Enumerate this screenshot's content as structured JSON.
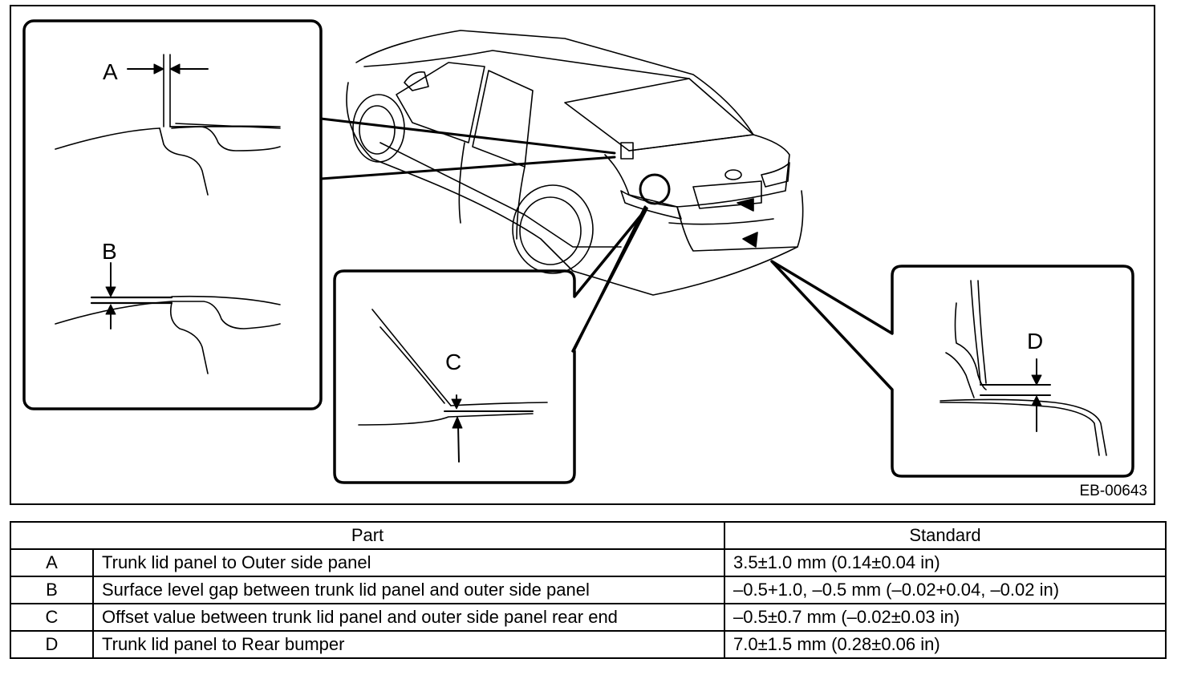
{
  "figure": {
    "code": "EB-00643",
    "labels": {
      "a": "A",
      "b": "B",
      "c": "C",
      "d": "D"
    }
  },
  "table": {
    "headers": {
      "part": "Part",
      "standard": "Standard"
    },
    "rows": [
      {
        "key": "A",
        "part": "Trunk lid panel to Outer side panel",
        "standard": "3.5±1.0 mm (0.14±0.04 in)"
      },
      {
        "key": "B",
        "part": "Surface level gap between trunk lid panel and outer side panel",
        "standard": "–0.5+1.0, –0.5 mm (–0.02+0.04, –0.02 in)"
      },
      {
        "key": "C",
        "part": "Offset value between trunk lid panel and outer side panel rear end",
        "standard": "–0.5±0.7 mm (–0.02±0.03 in)"
      },
      {
        "key": "D",
        "part": "Trunk lid panel to Rear bumper",
        "standard": "7.0±1.5 mm (0.28±0.06 in)"
      }
    ]
  }
}
